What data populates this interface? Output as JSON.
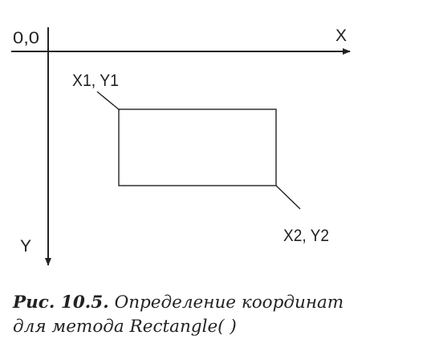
{
  "diagram": {
    "origin_label": "0,0",
    "x_axis_label": "X",
    "y_axis_label": "Y",
    "corner1_label": "X1, Y1",
    "corner2_label": "X2, Y2"
  },
  "caption": {
    "number": "Рис. 10.5.",
    "line1": "Определение координат",
    "line2": "для метода Rectangle( )"
  },
  "colors": {
    "ink": "#222222",
    "background": "#ffffff"
  }
}
